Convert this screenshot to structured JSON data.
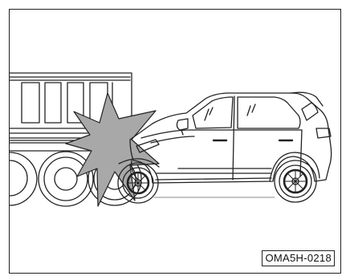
{
  "figure": {
    "code": "OMA5H-0218",
    "depicts": [
      "truck-rear",
      "collision-burst",
      "suv"
    ],
    "colors": {
      "line": "#222222",
      "burst_fill": "#a8a8a8",
      "background": "#ffffff"
    }
  }
}
